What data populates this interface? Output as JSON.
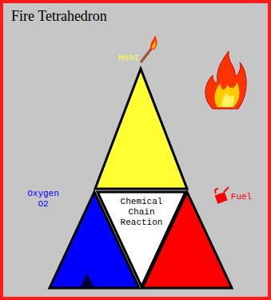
{
  "diagram": {
    "title": "Fire Tetrahedron",
    "nodes": [
      {
        "text": [
          "Chemical Chain Reaction"
        ]
      }
    ],
    "labels": [
      "Heat",
      "Oxygen O2",
      "Fuel"
    ]
  }
}
